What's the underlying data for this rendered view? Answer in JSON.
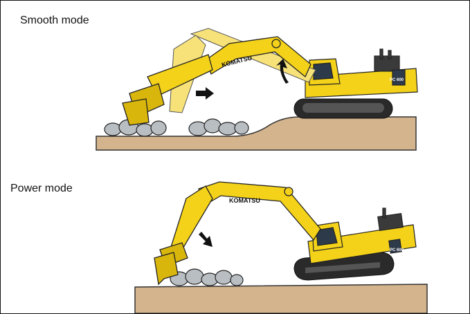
{
  "labels": {
    "smooth_mode": "Smooth mode",
    "power_mode": "Power mode"
  },
  "brand": {
    "boom_text": "KOMATSU",
    "model_text": "PC 600"
  },
  "colors": {
    "excavator_yellow": "#F4D21A",
    "excavator_shade": "#D9B60C",
    "ground": "#D4B48C",
    "rock": "#B9BEC3",
    "track": "#2a2a2a",
    "arrow": "#111111"
  }
}
